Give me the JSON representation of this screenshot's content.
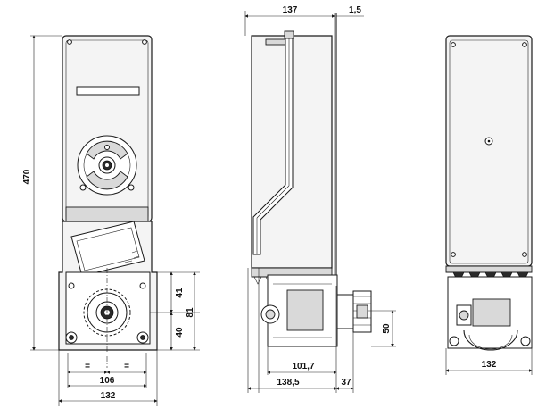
{
  "dimensions": {
    "height_total": "470",
    "front_gear_upper": "41",
    "front_gear_lower": "40",
    "front_gear_total": "81",
    "front_equal_left": "=",
    "front_equal_right": "=",
    "front_width_inner": "106",
    "front_width_total": "132",
    "side_depth_top": "137",
    "side_offset_top": "1,5",
    "side_motor_depth": "101,7",
    "side_depth_bottom": "138,5",
    "side_gear_depth": "37",
    "side_gear_height": "50",
    "back_width": "132"
  }
}
